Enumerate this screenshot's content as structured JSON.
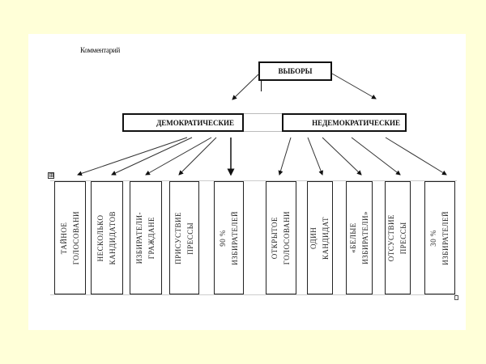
{
  "comment_label": "Комментарий",
  "root": {
    "label": "ВЫБОРЫ"
  },
  "categories": [
    {
      "label": "ДЕМОКРАТИЧЕСКИЕ",
      "items": [
        {
          "lines": [
            "ТАЙНОЕ",
            "ГОЛОСОВАНИ"
          ]
        },
        {
          "lines": [
            "НЕСКОЛЬКО",
            "КАНДИДАТОВ"
          ]
        },
        {
          "lines": [
            "ИЗБИРАТЕЛИ-",
            "ГРАЖДАНЕ"
          ]
        },
        {
          "lines": [
            "ПРИСУСТВИЕ",
            "ПРЕССЫ"
          ]
        },
        {
          "lines": [
            "90 %",
            "ИЗБИРАТЕЛЕЙ"
          ]
        }
      ]
    },
    {
      "label": "НЕДЕМОКРАТИЧЕСКИЕ",
      "items": [
        {
          "lines": [
            "ОТКРЫТОЕ",
            "ГОЛОСОВАНИ"
          ]
        },
        {
          "lines": [
            "ОДИН",
            "КАНДИДАТ"
          ]
        },
        {
          "lines": [
            "«БЕЛЫЕ",
            "ИЗБИРАТЕЛИ»"
          ]
        },
        {
          "lines": [
            "ОТСУСТВИЕ",
            "ПРЕССЫ"
          ]
        },
        {
          "lines": [
            "30 %",
            "ИЗБИРАТЕЛЕЙ"
          ]
        }
      ]
    }
  ],
  "icons": {
    "table_move_handle": "⊞",
    "table_resize_handle": "□"
  },
  "colors": {
    "background": "#ffffd8",
    "page": "#ffffff",
    "stroke": "#111111"
  }
}
